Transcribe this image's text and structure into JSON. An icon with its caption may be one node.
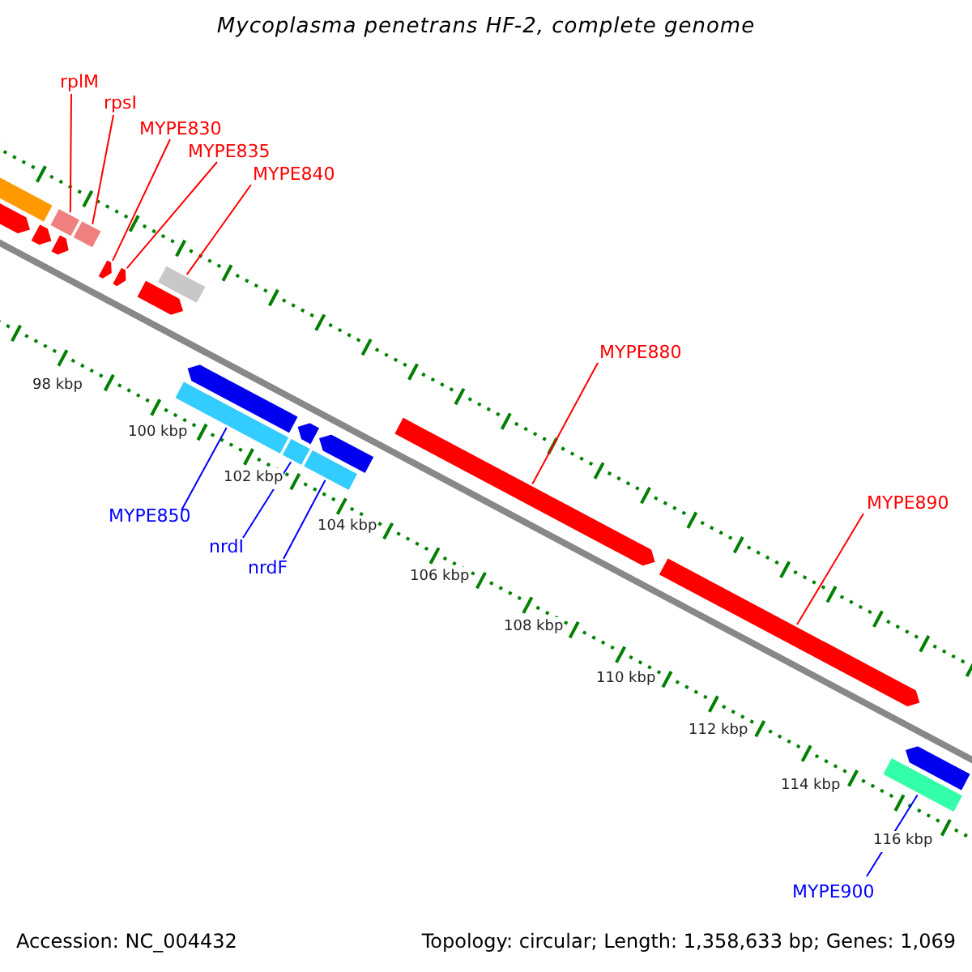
{
  "diagram": {
    "title": "Mycoplasma penetrans HF-2, complete genome",
    "nodes": [
      {
        "text": [
          "rplM"
        ]
      },
      {
        "text": [
          "rpsI"
        ]
      },
      {
        "text": [
          "MYPE830"
        ]
      },
      {
        "text": [
          "MYPE835"
        ]
      },
      {
        "text": [
          "MYPE840"
        ]
      },
      {
        "text": [
          "MYPE850"
        ]
      },
      {
        "text": [
          "nrdI"
        ]
      },
      {
        "text": [
          "nrdF"
        ]
      },
      {
        "text": [
          "MYPE880"
        ]
      },
      {
        "text": [
          "MYPE890"
        ]
      },
      {
        "text": [
          "MYPE900"
        ]
      },
      {
        "text": [],
        "shape": "bar"
      },
      {
        "text": [],
        "shape": "bar"
      },
      {
        "text": [],
        "shape": "bar"
      },
      {
        "text": [],
        "shape": "arrow"
      },
      {
        "text": [],
        "shape": "arrow"
      },
      {
        "text": [],
        "shape": "arrow"
      },
      {
        "text": [],
        "shape": "arrow"
      },
      {
        "text": [],
        "shape": "arrow"
      },
      {
        "text": [],
        "shape": "bar"
      },
      {
        "text": [],
        "shape": "arrow"
      },
      {
        "text": [],
        "shape": "arrow"
      },
      {
        "text": [],
        "shape": "arrow"
      },
      {
        "text": [],
        "shape": "arrow"
      },
      {
        "text": [],
        "shape": "bar"
      },
      {
        "text": [],
        "shape": "bar"
      },
      {
        "text": [],
        "shape": "bar"
      },
      {
        "text": [],
        "shape": "arrow"
      },
      {
        "text": [],
        "shape": "arrow"
      },
      {
        "text": [],
        "shape": "arrow"
      },
      {
        "text": [],
        "shape": "bar"
      }
    ],
    "edges": [
      {
        "from": 0,
        "to": 12,
        "arrow": "none"
      },
      {
        "from": 1,
        "to": 13,
        "arrow": "none"
      },
      {
        "from": 2,
        "to": 17,
        "arrow": "none"
      },
      {
        "from": 3,
        "to": 18,
        "arrow": "none"
      },
      {
        "from": 4,
        "to": 19,
        "arrow": "none"
      },
      {
        "from": 5,
        "to": 24,
        "arrow": "none",
        "color": "#0000ff"
      },
      {
        "from": 6,
        "to": 25,
        "arrow": "none",
        "color": "#0000ff"
      },
      {
        "from": 7,
        "to": 26,
        "arrow": "none",
        "color": "#0000ff"
      },
      {
        "from": 8,
        "to": 27,
        "arrow": "none"
      },
      {
        "from": 9,
        "to": 28,
        "arrow": "none"
      },
      {
        "from": 10,
        "to": 30,
        "arrow": "none",
        "color": "#0000ff"
      }
    ],
    "labels": [
      "98 kbp",
      "100 kbp",
      "102 kbp",
      "104 kbp",
      "106 kbp",
      "108 kbp",
      "110 kbp",
      "112 kbp",
      "114 kbp",
      "116 kbp",
      "Accession: NC_004432",
      "Topology: circular; Length: 1,358,633 bp; Genes: 1,069"
    ]
  }
}
